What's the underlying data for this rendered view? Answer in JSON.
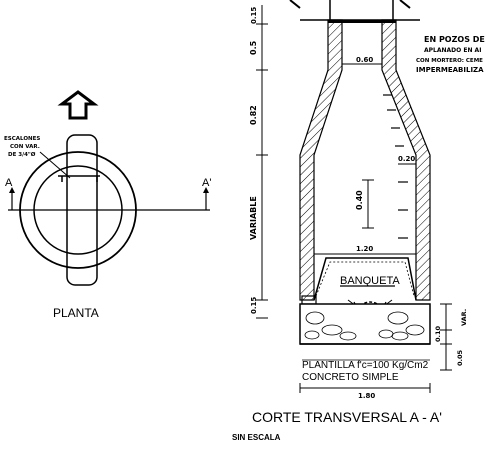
{
  "plan": {
    "title": "PLANTA",
    "steps_note": [
      "ESCALONES",
      "CON VAR.",
      "DE 3/4\"Ø"
    ],
    "section_left": "A",
    "section_right": "A'"
  },
  "section": {
    "title": "CORTE TRANSVERSAL A - A'",
    "scale": "SIN ESCALA",
    "bench_label": "BANQUETA",
    "base_label_1": "PLANTILLA f'c=100 Kg/Cm2",
    "base_label_2": "CONCRETO SIMPLE",
    "dims": {
      "top_small": "0.15",
      "neck": "0.5",
      "top_width": "0.60",
      "cone": "0.82",
      "wall": "0.20",
      "mid": "0.40",
      "variable": "VARIABLE",
      "inner_width": "1.20",
      "bench": "0.15",
      "base_right_1": "VAR.",
      "base_right_2": "0.10",
      "base_right_3": "0.05",
      "bottom_width": "1.80"
    },
    "note": [
      "EN POZOS DE",
      "APLANADO EN AI",
      "CON MORTERO: CEME",
      "IMPERMEABILIZA"
    ]
  }
}
